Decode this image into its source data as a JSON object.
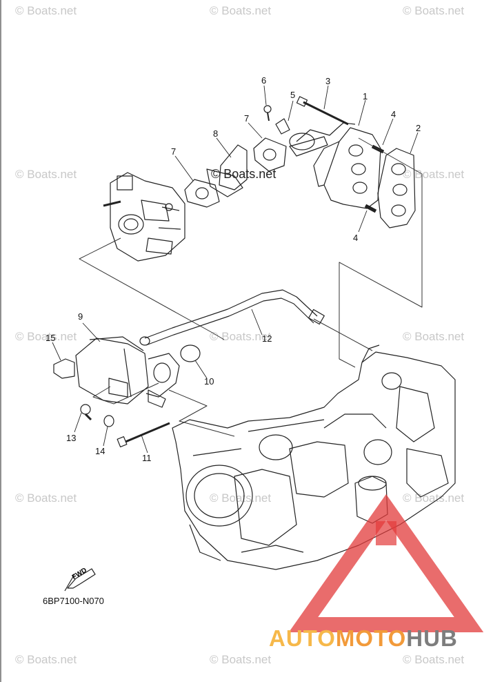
{
  "watermark": {
    "text": "© Boats.net"
  },
  "diagram": {
    "part_code": "6BP7100-N070",
    "fwd_label": "FWD",
    "callouts": [
      "1",
      "2",
      "3",
      "4",
      "4",
      "5",
      "6",
      "7",
      "7",
      "8",
      "9",
      "10",
      "11",
      "12",
      "13",
      "14",
      "15"
    ]
  },
  "brand": {
    "part1": "AUTO",
    "part2": "MOTO",
    "part3": "HUB"
  },
  "colors": {
    "brand_red": "#e23b3b",
    "brand_orange": "#f29a3a",
    "brand_gray": "#7d7d7d"
  }
}
